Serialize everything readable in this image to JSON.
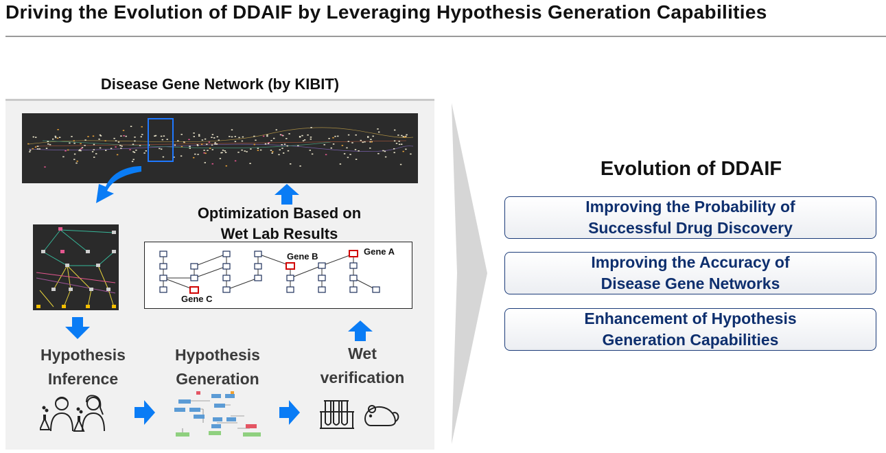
{
  "header": {
    "title": "Driving the Evolution of DDAIF by Leveraging Hypothesis Generation Capabilities"
  },
  "network": {
    "title": "Disease Gene Network (by KIBIT)"
  },
  "optimization": {
    "title": "Optimization Based on\nWet Lab Results",
    "genes": {
      "a": "Gene A",
      "b": "Gene B",
      "c": "Gene C"
    }
  },
  "steps": [
    {
      "label": "Hypothesis\nInference",
      "icon": "scientists-icon"
    },
    {
      "label": "Hypothesis\nGeneration",
      "icon": "pathway-diagram-icon"
    },
    {
      "label": "Wet\nverification",
      "icon": "test-tubes-mouse-icon"
    }
  ],
  "evolution": {
    "title": "Evolution of DDAIF",
    "items": [
      "Improving the Probability of\nSuccessful Drug Discovery",
      "Improving the Accuracy of\nDisease Gene Networks",
      "Enhancement of Hypothesis\nGeneration Capabilities"
    ]
  },
  "colors": {
    "arrow": "#0a7cf5",
    "highlight": "#1560c9",
    "gene_highlight": "#d00000",
    "evo_text": "#0e2f6e"
  }
}
